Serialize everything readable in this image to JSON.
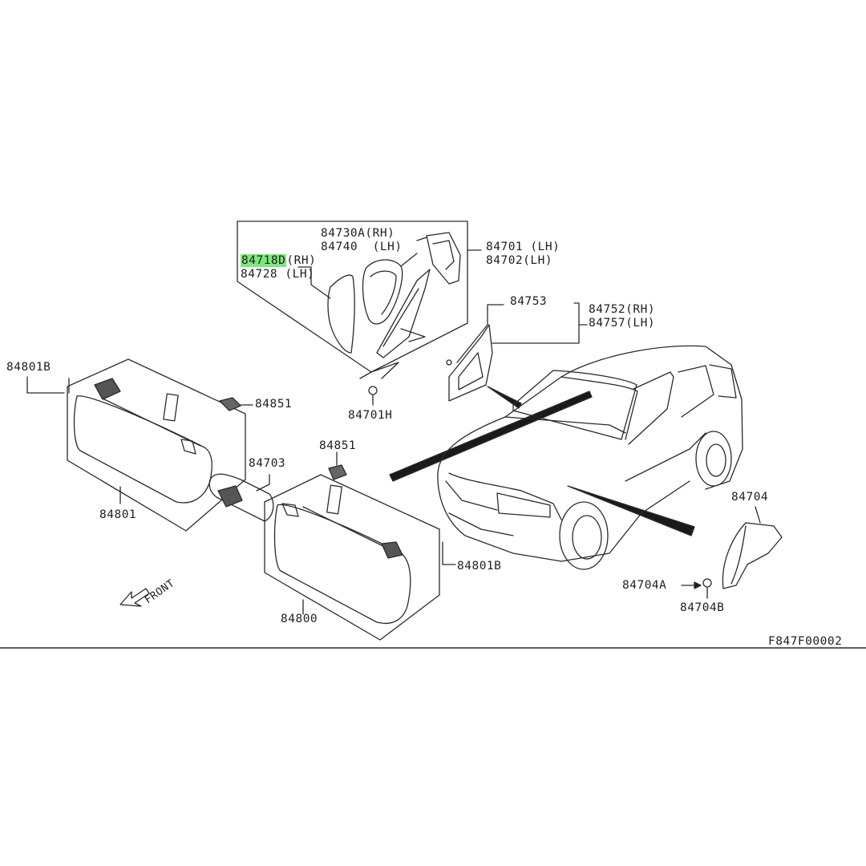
{
  "diagram": {
    "figure_code": "F847F00002",
    "highlight_color": "#7be87b",
    "direction_label": "FRONT",
    "parts": {
      "p84730A": "84730A",
      "p84740": "84740",
      "p84718D": "84718D",
      "p84728": "84728",
      "p84701": "84701",
      "p84702": "84702",
      "p84753": "84753",
      "p84752": "84752",
      "p84757": "84757",
      "p84701H": "84701H",
      "p84801B_left": "84801B",
      "p84801B_right": "84801B",
      "p84851_left": "84851",
      "p84851_right": "84851",
      "p84703": "84703",
      "p84801": "84801",
      "p84800": "84800",
      "p84704": "84704",
      "p84704A": "84704A",
      "p84704B": "84704B"
    },
    "sides": {
      "rh": "(RH)",
      "lh": "(LH)",
      "lh_spaced": " (LH)"
    }
  }
}
